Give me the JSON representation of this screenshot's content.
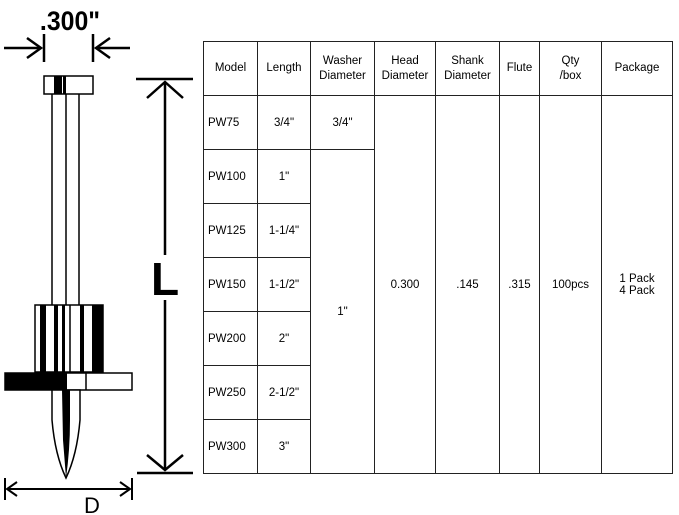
{
  "drawing": {
    "head_dimension": ".300\"",
    "length_symbol": "L",
    "diameter_symbol": "D"
  },
  "table": {
    "headers": {
      "model": "Model",
      "length": "Length",
      "washer_line1": "Washer",
      "washer_line2": "Diameter",
      "head_line1": "Head",
      "head_line2": "Diameter",
      "shank_line1": "Shank",
      "shank_line2": "Diameter",
      "flute": "Flute",
      "qty_line1": "Qty",
      "qty_line2": "/box",
      "package": "Package"
    },
    "rows": [
      {
        "model": "PW75",
        "length": "3/4\""
      },
      {
        "model": "PW100",
        "length": "1\""
      },
      {
        "model": "PW125",
        "length": "1-1/4\""
      },
      {
        "model": "PW150",
        "length": "1-1/2\""
      },
      {
        "model": "PW200",
        "length": "2\""
      },
      {
        "model": "PW250",
        "length": "2-1/2\""
      },
      {
        "model": "PW300",
        "length": "3\""
      }
    ],
    "washer_first": "3/4\"",
    "washer_rest": "1\"",
    "head_diameter": "0.300",
    "shank_diameter": ".145",
    "flute": ".315",
    "qty": "100pcs",
    "package_line1": "1 Pack",
    "package_line2": "4 Pack"
  }
}
